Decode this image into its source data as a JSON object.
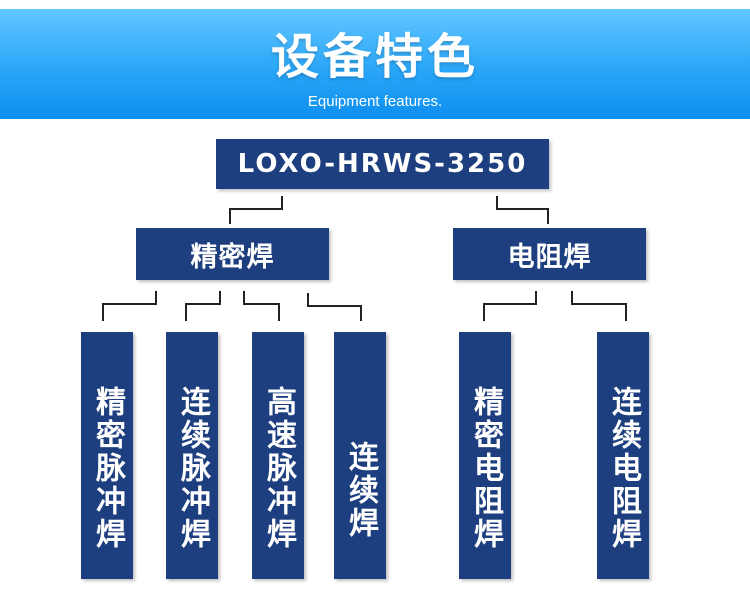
{
  "header": {
    "title": "设备特色",
    "subtitle": "Equipment features."
  },
  "tree": {
    "root": "LOXO-HRWS-3250",
    "branches": [
      {
        "label": "精密焊",
        "children": [
          "精密脉冲焊",
          "连续脉冲焊",
          "高速脉冲焊",
          "连续焊"
        ]
      },
      {
        "label": "电阻焊",
        "children": [
          "精密电阻焊",
          "连续电阻焊"
        ]
      }
    ]
  },
  "colors": {
    "banner_light": "#62c6ff",
    "banner_dark": "#0e8fee",
    "box_fill": "#1e3f7f",
    "connector": "#222222"
  }
}
